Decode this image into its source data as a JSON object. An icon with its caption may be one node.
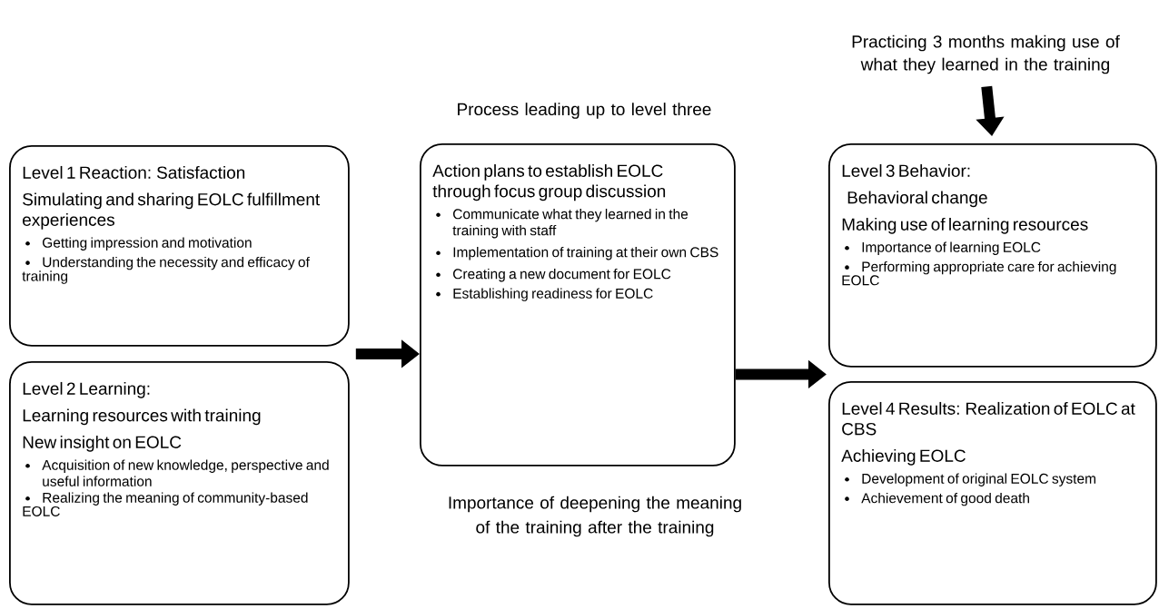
{
  "diagram": {
    "nodes": [
      {
        "text": [
          "Level 1 Reaction: Satisfaction",
          "Simulating and sharing EOLC fulfillment experiences",
          "Getting impression and motivation",
          "Understanding the necessity and efficacy of training"
        ]
      },
      {
        "text": [
          "Level 2 Learning:",
          "Learning resources with training",
          "New insight on EOLC",
          "Acquisition of new knowledge, perspective and useful information",
          "Realizing the meaning of community-based EOLC"
        ]
      },
      {
        "text": [
          "Action plans to establish EOLC through focus group discussion",
          "Communicate what they learned in the training with staff",
          "Implementation of training at their own CBS",
          "Creating a new document for EOLC",
          "Establishing readiness for EOLC"
        ],
        "beside": [
          "Process leading up to level three",
          "Importance of deepening the meaning of the training after the training"
        ]
      },
      {
        "text": [
          "Practicing 3 months making use of what they learned in the training"
        ]
      },
      {
        "text": [
          "Level 3 Behavior:",
          "Behavioral change",
          "Making use of learning resources",
          "Importance of learning EOLC",
          "Performing appropriate care for achieving EOLC"
        ]
      },
      {
        "text": [
          "Level 4 Results: Realization of EOLC at CBS",
          "Achieving EOLC",
          "Development of original EOLC system",
          "Achievement of good death"
        ]
      }
    ],
    "edges": [
      {
        "from": 0,
        "to": 2,
        "arrow": "to"
      },
      {
        "from": 1,
        "to": 2,
        "arrow": "to"
      },
      {
        "from": 2,
        "to": 4,
        "arrow": "to"
      },
      {
        "from": 2,
        "to": 5,
        "arrow": "to"
      },
      {
        "from": 3,
        "to": 4,
        "arrow": "to"
      }
    ]
  }
}
